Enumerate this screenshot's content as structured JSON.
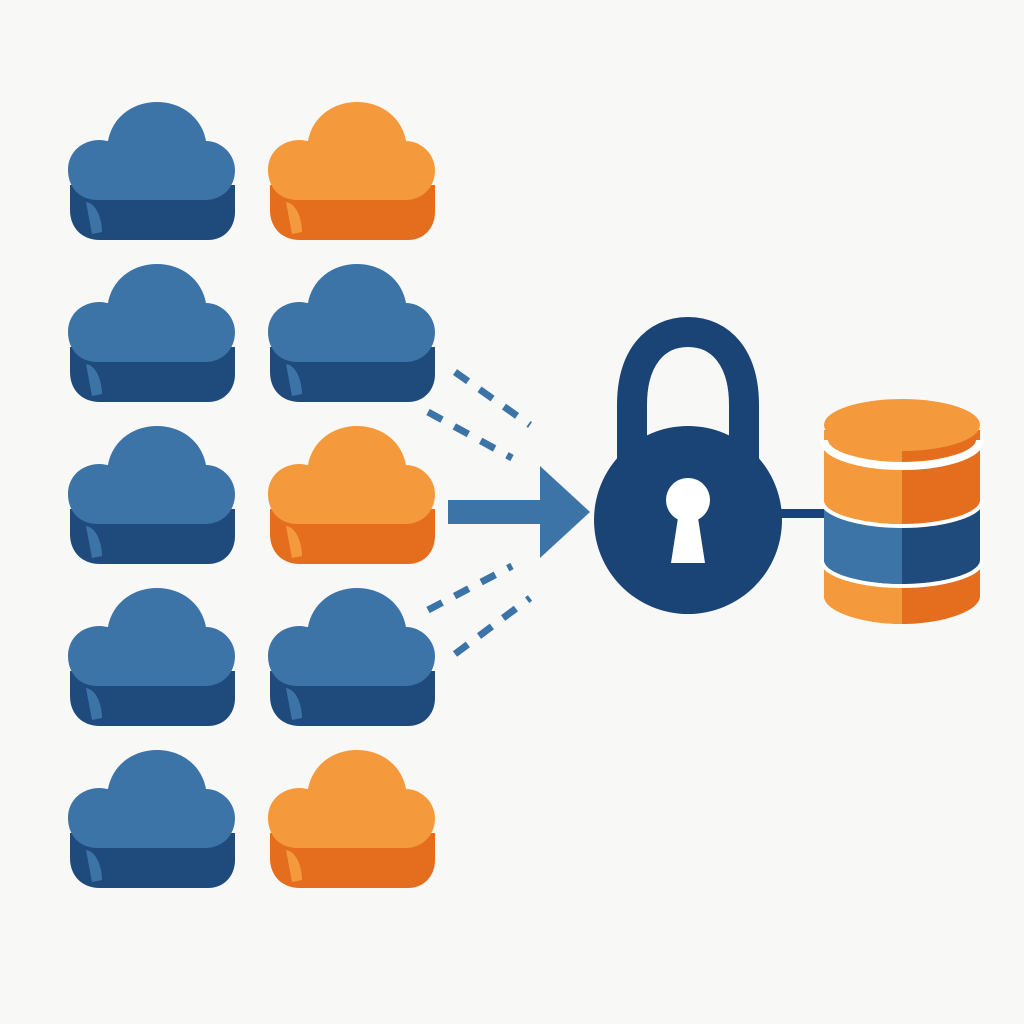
{
  "diagram": {
    "kind": "cloud-to-secure-storage",
    "colors": {
      "background": "#f8f8f6",
      "blue_top": "#3c74a8",
      "blue_side": "#1e4a7c",
      "orange_top": "#f59a3c",
      "orange_side": "#e56e1e",
      "lock_body": "#1a4475",
      "lock_shackle": "#1a4475",
      "keyhole": "#ffffff",
      "arrow": "#3c74a8",
      "dash": "#3c74a8",
      "connector": "#1a4475",
      "db_orange": "#f59a3c",
      "db_orange_side": "#e56e1e",
      "db_blue": "#3c74a8",
      "db_separator": "#ffffff"
    },
    "clouds": [
      {
        "id": "cloud-r1-c1",
        "color": "blue"
      },
      {
        "id": "cloud-r1-c2",
        "color": "orange"
      },
      {
        "id": "cloud-r2-c1",
        "color": "blue"
      },
      {
        "id": "cloud-r2-c2",
        "color": "blue"
      },
      {
        "id": "cloud-r3-c1",
        "color": "blue"
      },
      {
        "id": "cloud-r3-c2",
        "color": "orange"
      },
      {
        "id": "cloud-r4-c1",
        "color": "blue"
      },
      {
        "id": "cloud-r4-c2",
        "color": "blue"
      },
      {
        "id": "cloud-r5-c1",
        "color": "blue"
      },
      {
        "id": "cloud-r5-c2",
        "color": "orange"
      }
    ],
    "icons": {
      "cloud": "cloud-icon",
      "lock": "padlock-icon",
      "database": "database-icon",
      "arrow": "arrow-right-icon"
    }
  }
}
